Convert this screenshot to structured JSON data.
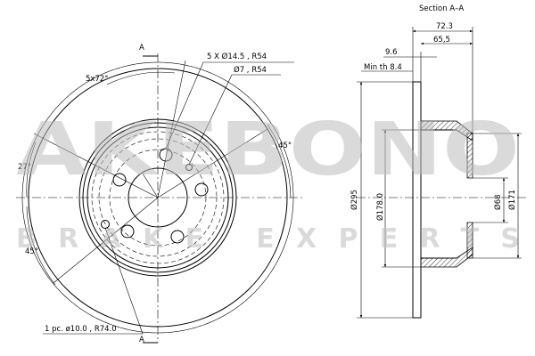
{
  "section": {
    "title": "Section A–A"
  },
  "front_view": {
    "bolt_pattern": "5x72°",
    "bolt_holes": "5 X Ø14.5 , R54",
    "small_holes": "Ø7 , R54",
    "angle_left": "27°",
    "angle_lower_left": "45°",
    "angle_right": "45°",
    "pin_hole": "1 pc. ø10.0 , R74.0",
    "section_marker_top": "A",
    "section_marker_bottom": "A"
  },
  "dimensions": {
    "total_width": "72.3",
    "hat_width": "65,5",
    "thickness": "9.6",
    "min_thickness": "Min th 8.4",
    "outer_diameter": "Ø295",
    "inner_diameter": "Ø178.0",
    "center_bore": "Ø68",
    "hat_diameter": "Ø171"
  },
  "watermark": {
    "logo": "AKEBONO",
    "tagline": "BRAKE EXPERTS"
  }
}
